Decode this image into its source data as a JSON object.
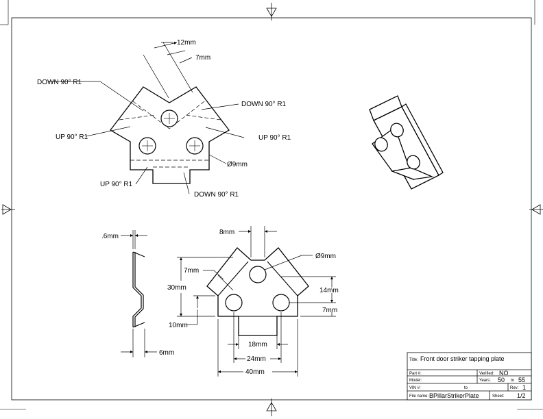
{
  "top_view": {
    "dim_12": "12mm",
    "dim_7": "7mm",
    "bend_down_left": "DOWN 90° R1",
    "bend_down_right": "DOWN 90° R1",
    "bend_up_left": "UP 90° R1",
    "bend_up_right": "UP 90° R1",
    "bend_up_bottom": "UP 90° R1",
    "bend_down_bottom": "DOWN 90° R1",
    "hole_dia": "Ø9mm"
  },
  "side_view": {
    "thickness": ".6mm",
    "width": "6mm"
  },
  "flat_view": {
    "dim_8": "8mm",
    "dim_7_top": "7mm",
    "dim_30": "30mm",
    "dim_10": "10mm",
    "hole_dia": "Ø9mm",
    "dim_14": "14mm",
    "dim_7_right": "7mm",
    "dim_18": "18mm",
    "dim_24": "24mm",
    "dim_40": "40mm"
  },
  "title_block": {
    "title_label": "Title:",
    "title_value": "Front door striker tapping plate",
    "part_label": "Part #:",
    "verified_label": "Verified:",
    "verified_value": "NO",
    "model_label": "Model:",
    "years_label": "Years:",
    "year_from": "50",
    "year_to_label": "to",
    "year_to": "55",
    "vin_label": "VIN #:",
    "vin_to_label": "to",
    "rev_label": "Rev:",
    "rev_value": "1",
    "file_label": "File name:",
    "file_value": "BPillarStrikerPlate",
    "sheet_label": "Sheet:",
    "sheet_value": "1/2"
  }
}
